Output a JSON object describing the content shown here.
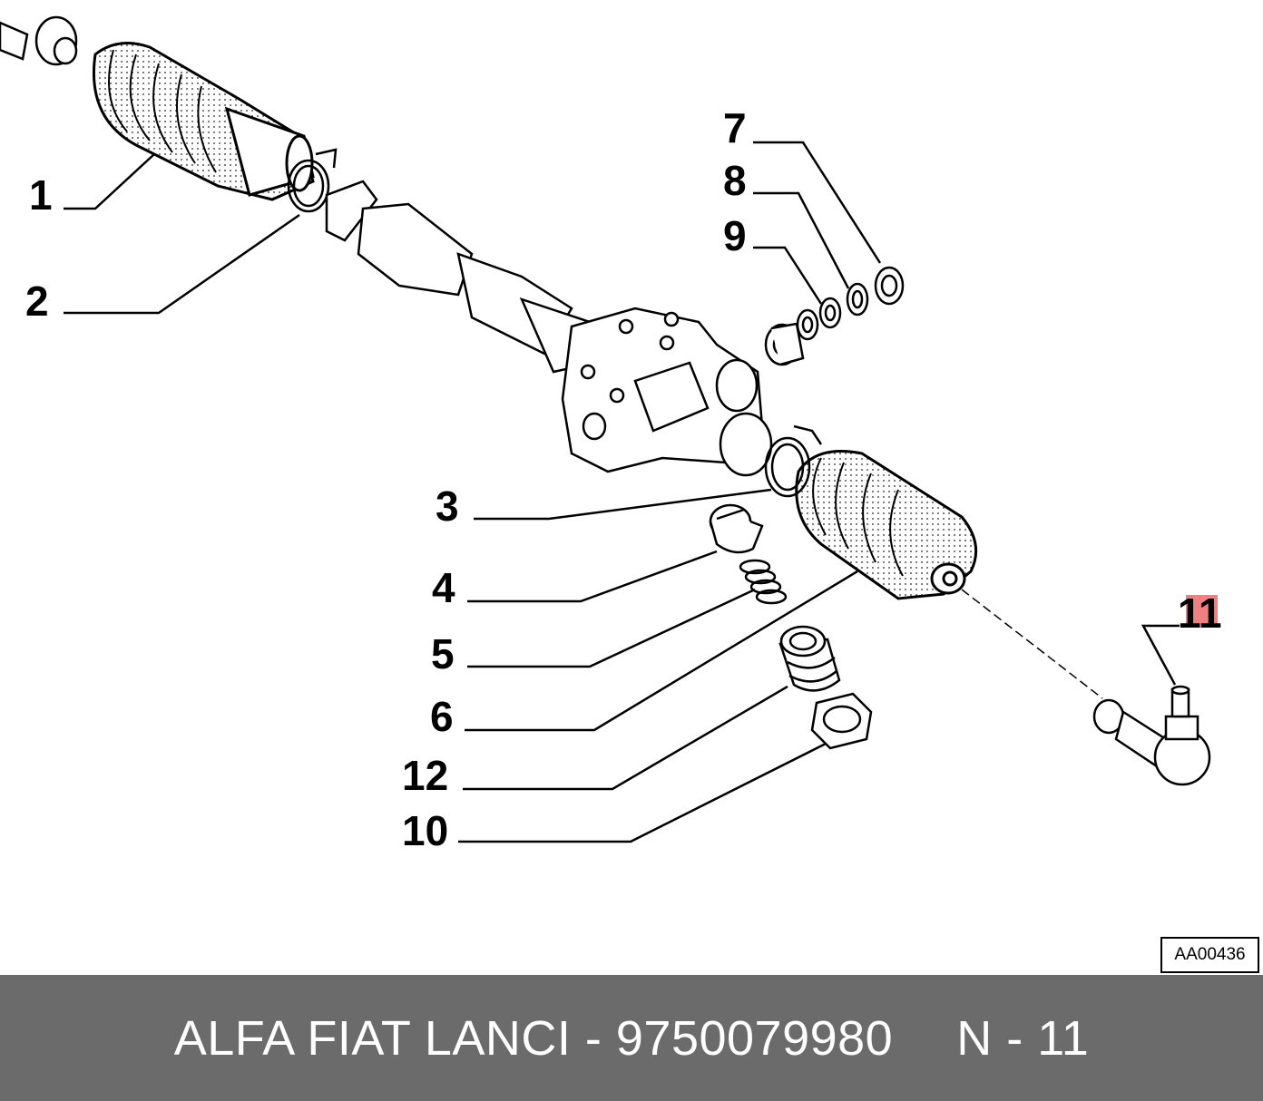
{
  "diagram": {
    "callouts": [
      {
        "id": "1",
        "label": "1"
      },
      {
        "id": "2",
        "label": "2"
      },
      {
        "id": "3",
        "label": "3"
      },
      {
        "id": "4",
        "label": "4"
      },
      {
        "id": "5",
        "label": "5"
      },
      {
        "id": "6",
        "label": "6"
      },
      {
        "id": "7",
        "label": "7"
      },
      {
        "id": "8",
        "label": "8"
      },
      {
        "id": "9",
        "label": "9"
      },
      {
        "id": "10",
        "label": "10"
      },
      {
        "id": "11",
        "label": "11"
      },
      {
        "id": "12",
        "label": "12"
      }
    ],
    "highlight_color": "#f08080",
    "reference_code": "AA00436"
  },
  "footer": {
    "brand_part": "ALFA FIAT LANCI - 9750079980",
    "page_ref": "N - 11",
    "background": "#6b6b6b"
  }
}
